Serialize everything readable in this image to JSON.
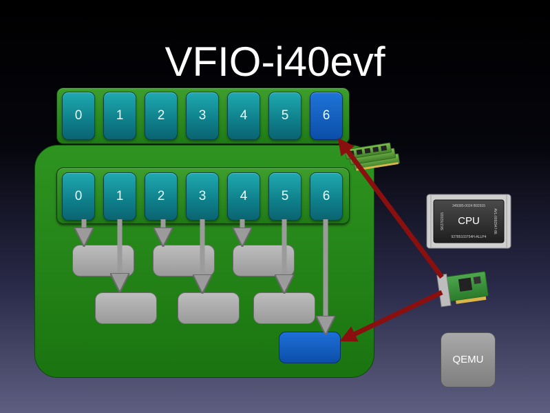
{
  "title": "VFIO-i40evf",
  "top_queue_labels": [
    "0",
    "1",
    "2",
    "3",
    "4",
    "5",
    "6"
  ],
  "inner_queue_labels": [
    "0",
    "1",
    "2",
    "3",
    "4",
    "5",
    "6"
  ],
  "cpu_label": "CPU",
  "cpu_lines": [
    "345085-0024 B92915",
    "AVL-0092947-86",
    "SK2762015",
    "92785103754H-ALLP4"
  ],
  "qemu_label": "QEMU",
  "colors": {
    "queue_teal": "#0e7f8a",
    "queue_blue": "#0b4ea8",
    "green": "#1f7a15",
    "gray": "#9a9a9a",
    "arrow_red": "#8a0f0f"
  },
  "icons": [
    "ram-module-icon",
    "cpu-chip-icon",
    "network-card-icon"
  ]
}
